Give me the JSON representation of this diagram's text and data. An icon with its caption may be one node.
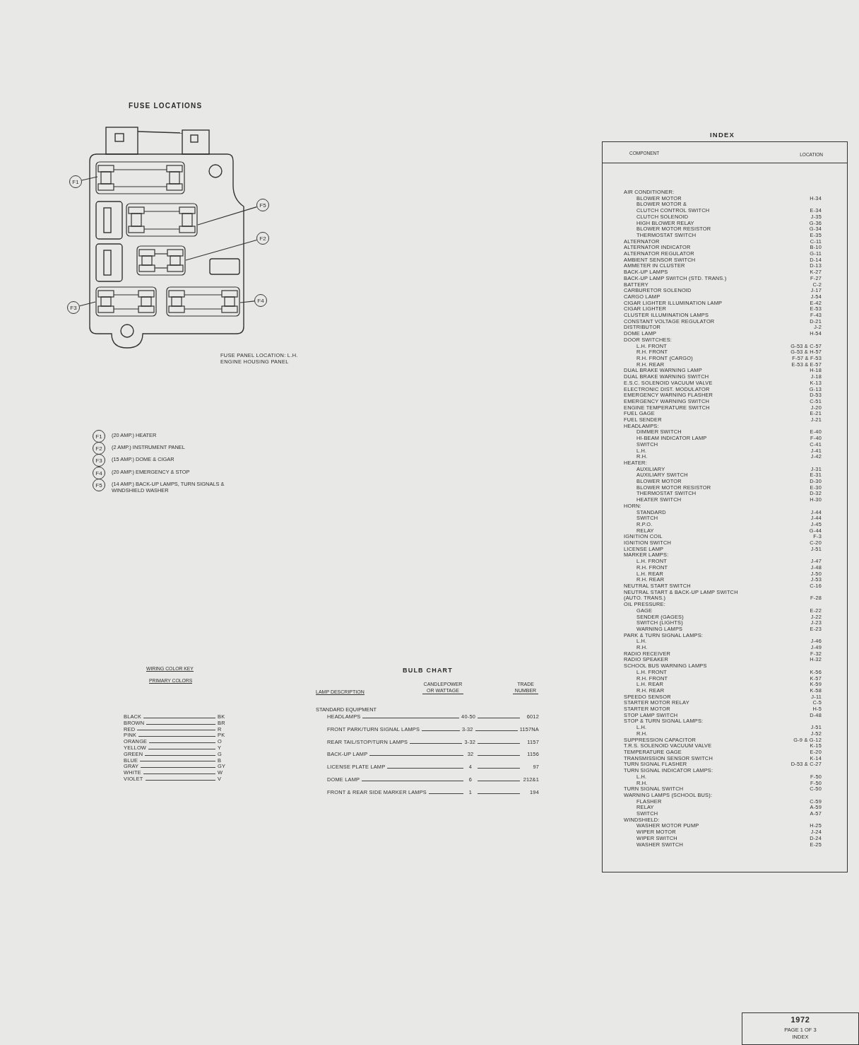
{
  "diagram": {
    "nodes": [
      {
        "text": [
          "F1"
        ]
      },
      {
        "text": [
          "F5"
        ]
      },
      {
        "text": [
          "F2"
        ]
      },
      {
        "text": [
          "F3"
        ]
      },
      {
        "text": [
          "F4"
        ]
      },
      {
        "text": [],
        "shape": "box"
      },
      {
        "text": [],
        "shape": "box"
      },
      {
        "text": [],
        "shape": "box"
      },
      {
        "text": [],
        "shape": "box"
      },
      {
        "text": [],
        "shape": "box"
      },
      {
        "text": [
          "F1"
        ],
        "beside": [
          "(20 AMP.) HEATER"
        ]
      },
      {
        "text": [
          "F2"
        ],
        "beside": [
          "(2 AMP.) INSTRUMENT PANEL"
        ]
      },
      {
        "text": [
          "F3"
        ],
        "beside": [
          "(15 AMP.) DOME & CIGAR"
        ]
      },
      {
        "text": [
          "F4"
        ],
        "beside": [
          "(20 AMP.) EMERGENCY & STOP"
        ]
      },
      {
        "text": [
          "F5"
        ],
        "beside": [
          "(14 AMP.) BACK-UP LAMPS, TURN SIGNALS & WINDSHIELD WASHER"
        ]
      }
    ],
    "edges": [
      {
        "from": 0,
        "to": 5,
        "arrow": "none"
      },
      {
        "from": 1,
        "to": 6,
        "arrow": "none"
      },
      {
        "from": 2,
        "to": 7,
        "arrow": "none"
      },
      {
        "from": 3,
        "to": 8,
        "arrow": "none"
      },
      {
        "from": 4,
        "to": 9,
        "arrow": "none"
      }
    ],
    "labels": [
      "FUSE LOCATIONS",
      "FUSE PANEL LOCATION: L.H. ENGINE HOUSING PANEL",
      "INDEX",
      "COMPONENT",
      "LOCATION",
      "AIR CONDITIONER:",
      "BLOWER MOTOR",
      "H-34",
      "BLOWER MOTOR &",
      "CLUTCH CONTROL SWITCH",
      "E-34",
      "CLUTCH SOLENOID",
      "J-35",
      "HIGH BLOWER RELAY",
      "G-36",
      "BLOWER MOTOR RESISTOR",
      "G-34",
      "THERMOSTAT SWITCH",
      "E-35",
      "ALTERNATOR",
      "C-11",
      "ALTERNATOR INDICATOR",
      "B-10",
      "ALTERNATOR REGULATOR",
      "G-11",
      "AMBIENT SENSOR SWITCH",
      "D-14",
      "AMMETER IN CLUSTER",
      "D-13",
      "BACK-UP LAMPS",
      "K-27",
      "BACK-UP LAMP SWITCH (STD. TRANS.)",
      "F-27",
      "BATTERY",
      "C-2",
      "CARBURETOR SOLENOID",
      "J-17",
      "CARGO LAMP",
      "J-54",
      "CIGAR LIGHTER ILLUMINATION LAMP",
      "E-42",
      "CIGAR LIGHTER",
      "E-53",
      "CLUSTER ILLUMINATION LAMPS",
      "F-43",
      "CONSTANT VOLTAGE REGULATOR",
      "D-21",
      "DISTRIBUTOR",
      "J-2",
      "DOME LAMP",
      "H-54",
      "DOOR SWITCHES:",
      "L.H. FRONT",
      "G-53 & C-57",
      "R.H. FRONT",
      "G-53 & H-57",
      "R.H. FRONT (CARGO)",
      "F-57 & F-53",
      "R.H. REAR",
      "E-53 & E-57",
      "DUAL BRAKE WARNING LAMP",
      "H-18",
      "DUAL BRAKE WARNING SWITCH",
      "J-18",
      "E.S.C. SOLENOID VACUUM VALVE",
      "K-13",
      "ELECTRONIC DIST. MODULATOR",
      "G-13",
      "EMERGENCY WARNING FLASHER",
      "D-53",
      "EMERGENCY WARNING SWITCH",
      "C-51",
      "ENGINE TEMPERATURE SWITCH",
      "J-20",
      "FUEL GAGE",
      "E-21",
      "FUEL SENDER",
      "J-21",
      "HEADLAMPS:",
      "DIMMER SWITCH",
      "E-40",
      "HI-BEAM INDICATOR LAMP",
      "F-40",
      "SWITCH",
      "C-41",
      "L.H.",
      "J-41",
      "R.H.",
      "J-42",
      "HEATER:",
      "AUXILIARY",
      "J-31",
      "AUXILIARY SWITCH",
      "E-31",
      "BLOWER MOTOR",
      "D-30",
      "BLOWER MOTOR RESISTOR",
      "E-30",
      "THERMOSTAT SWITCH",
      "D-32",
      "HEATER SWITCH",
      "H-30",
      "HORN:",
      "STANDARD",
      "J-44",
      "SWITCH",
      "J-44",
      "R.P.O.",
      "J-45",
      "RELAY",
      "G-44",
      "IGNITION COIL",
      "F-3",
      "IGNITION SWITCH",
      "C-20",
      "LICENSE LAMP",
      "J-51",
      "MARKER LAMPS:",
      "L.H. FRONT",
      "J-47",
      "R.H. FRONT",
      "J-48",
      "L.H. REAR",
      "J-50",
      "R.H. REAR",
      "J-53",
      "NEUTRAL START SWITCH",
      "C-16",
      "NEUTRAL START & BACK-UP LAMP SWITCH (AUTO. TRANS.)",
      "F-28",
      "OIL PRESSURE:",
      "GAGE",
      "E-22",
      "SENDER (GAGES)",
      "J-22",
      "SWITCH (LIGHTS)",
      "J-23",
      "WARNING LAMPS",
      "E-23",
      "PARK & TURN SIGNAL LAMPS:",
      "L.H.",
      "J-46",
      "R.H.",
      "J-49",
      "RADIO RECEIVER",
      "F-32",
      "RADIO SPEAKER",
      "H-32",
      "SCHOOL BUS WARNING LAMPS",
      "L.H. FRONT",
      "K-56",
      "R.H. FRONT",
      "K-57",
      "L.H. REAR",
      "K-59",
      "R.H. REAR",
      "K-58",
      "SPEEDO SENSOR",
      "J-11",
      "STARTER MOTOR RELAY",
      "C-5",
      "STARTER MOTOR",
      "H-5",
      "STOP LAMP SWITCH",
      "D-48",
      "STOP & TURN SIGNAL LAMPS:",
      "L.H.",
      "J-51",
      "R.H.",
      "J-52",
      "SUPPRESSION CAPACITOR",
      "G-9 & G-12",
      "T.R.S. SOLENOID VACUUM VALVE",
      "K-15",
      "TEMPERATURE GAGE",
      "E-20",
      "TRANSMISSION SENSOR SWITCH",
      "K-14",
      "TURN SIGNAL FLASHER",
      "D-53 & C-27",
      "TURN SIGNAL INDICATOR LAMPS:",
      "L.H.",
      "F-50",
      "R.H.",
      "F-50",
      "TURN SIGNAL SWITCH",
      "C-50",
      "WARNING LAMPS (SCHOOL BUS):",
      "FLASHER",
      "C-59",
      "RELAY",
      "A-59",
      "SWITCH",
      "A-57",
      "WINDSHIELD:",
      "WASHER MOTOR PUMP",
      "H-25",
      "WIPER MOTOR",
      "J-24",
      "WIPER SWITCH",
      "D-24",
      "WASHER SWITCH",
      "E-25",
      "WIRING COLOR KEY",
      "PRIMARY COLORS",
      "BLACK",
      "BK",
      "BROWN",
      "BR",
      "RED",
      "R",
      "PINK",
      "PK",
      "ORANGE",
      "O",
      "YELLOW",
      "Y",
      "GREEN",
      "G",
      "BLUE",
      "B",
      "GRAY",
      "GY",
      "WHITE",
      "W",
      "VIOLET",
      "V",
      "BULB CHART",
      "LAMP DESCRIPTION",
      "CANDLEPOWER OR WATTAGE",
      "TRADE NUMBER",
      "STANDARD EQUIPMENT",
      "HEADLAMPS",
      "40-50",
      "6012",
      "FRONT PARK/TURN SIGNAL LAMPS",
      "3-32",
      "1157NA",
      "REAR TAIL/STOP/TURN LAMPS",
      "3-32",
      "1157",
      "BACK-UP LAMP",
      "32",
      "1156",
      "LICENSE PLATE LAMP",
      "4",
      "97",
      "DOME LAMP",
      "6",
      "212&1",
      "FRONT & REAR SIDE MARKER LAMPS",
      "1",
      "194",
      "1972",
      "PAGE 1 OF 3",
      "INDEX"
    ]
  }
}
